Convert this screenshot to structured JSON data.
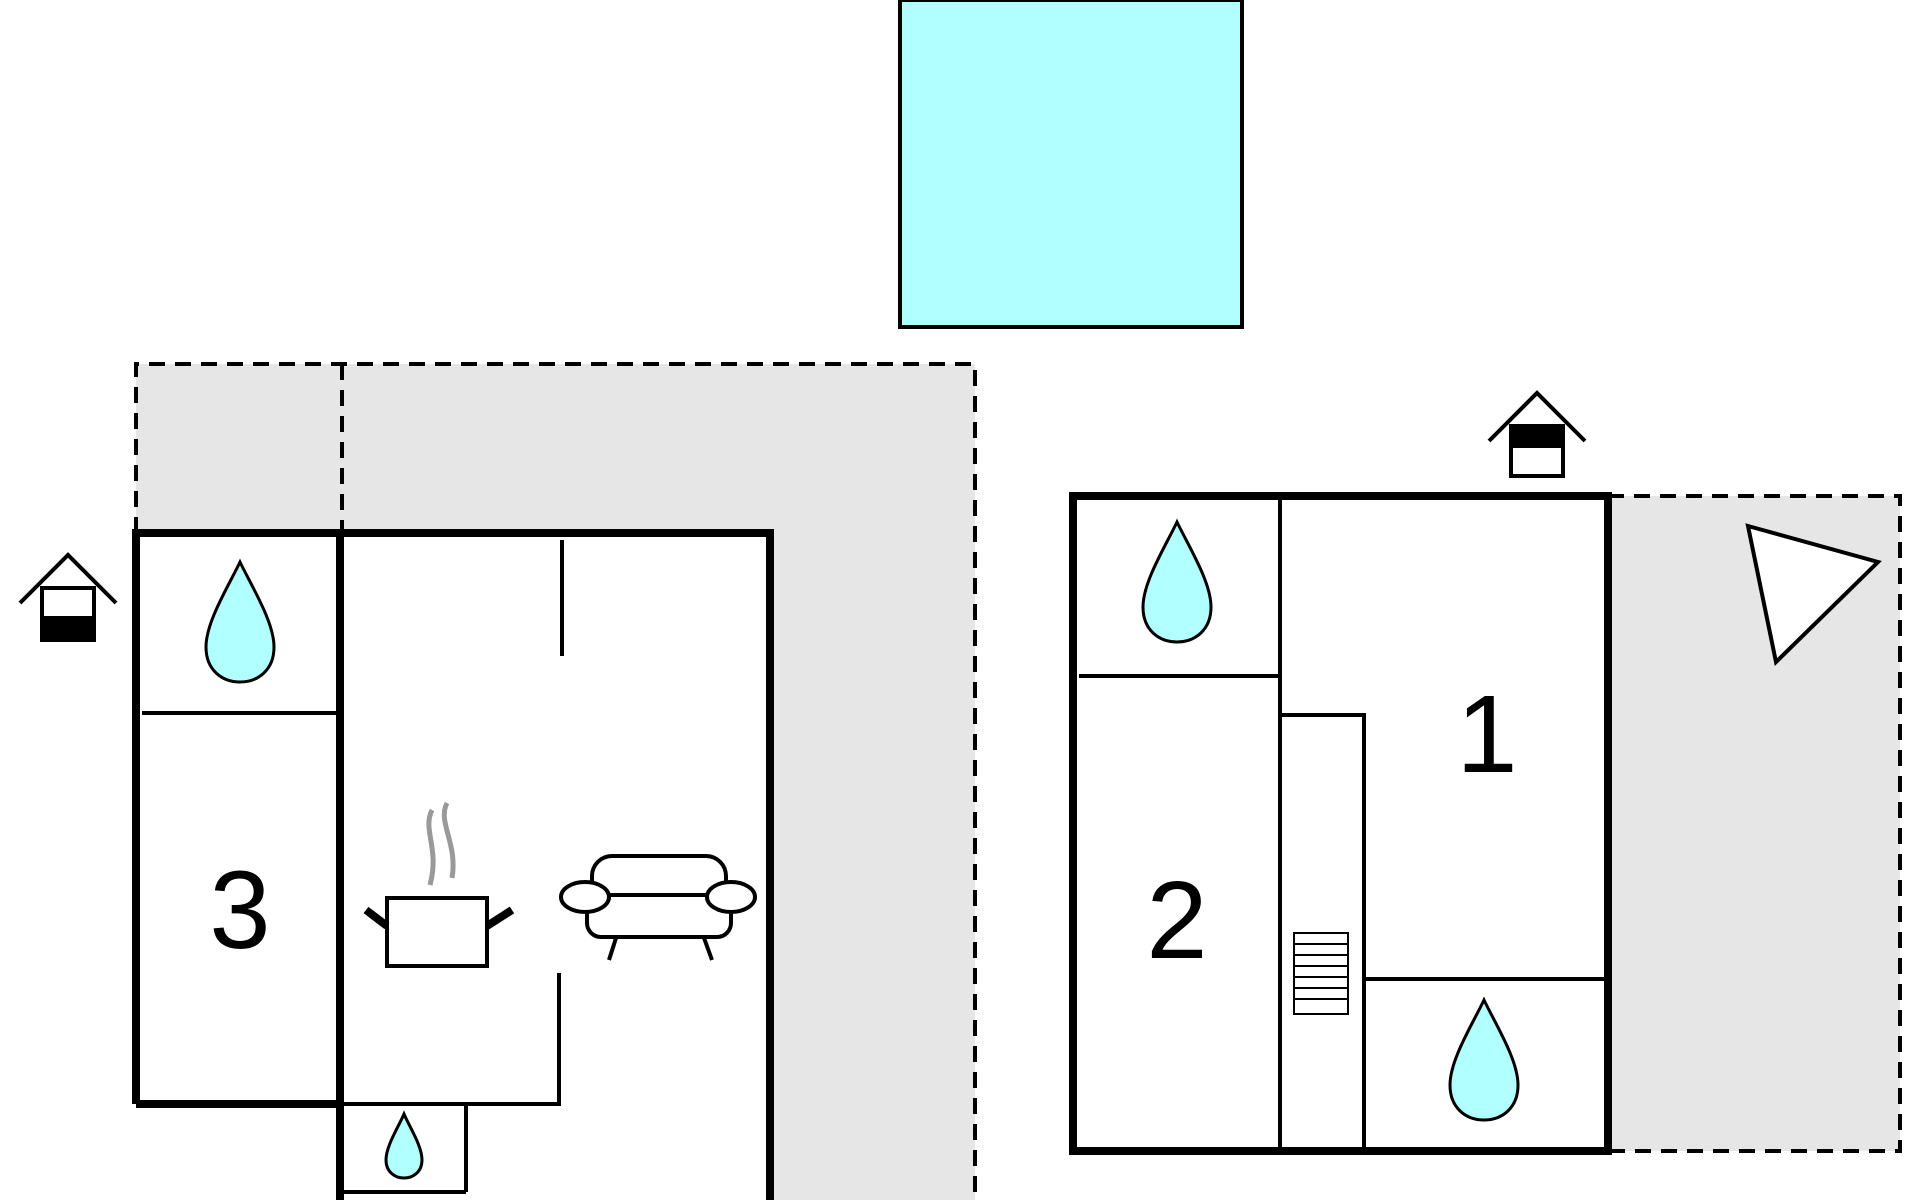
{
  "colors": {
    "water": "#b2ffff",
    "terrace": "#e6e6e6",
    "wall": "#000000",
    "steam": "#999999"
  },
  "rooms": [
    {
      "id": "room-1",
      "label": "1"
    },
    {
      "id": "room-2",
      "label": "2"
    },
    {
      "id": "room-3",
      "label": "3"
    }
  ],
  "icons": [
    "pool",
    "terrace",
    "entrance-icon",
    "water-drop-icon",
    "kitchen-pot-icon",
    "sofa-icon",
    "stairs-icon",
    "triangle-icon"
  ]
}
